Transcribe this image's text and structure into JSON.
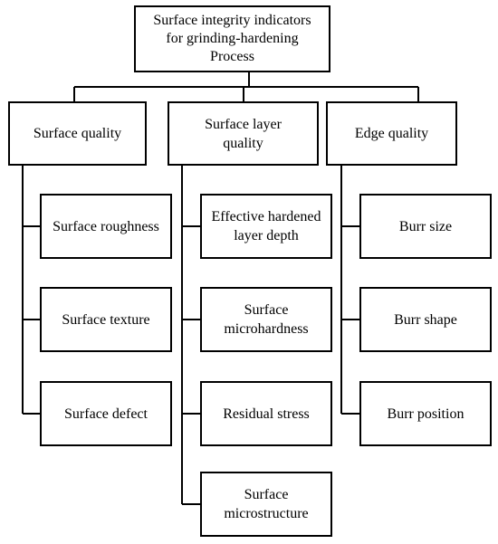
{
  "diagram": {
    "root": {
      "lines": [
        "Surface integrity indicators",
        "for grinding-hardening",
        "Process"
      ]
    },
    "categories": [
      {
        "id": "surface-quality",
        "lines": [
          "Surface quality"
        ],
        "items": [
          {
            "lines": [
              "Surface roughness"
            ]
          },
          {
            "lines": [
              "Surface texture"
            ]
          },
          {
            "lines": [
              "Surface defect"
            ]
          }
        ]
      },
      {
        "id": "surface-layer-quality",
        "lines": [
          "Surface layer",
          "quality"
        ],
        "items": [
          {
            "lines": [
              "Effective hardened",
              "layer depth"
            ]
          },
          {
            "lines": [
              "Surface",
              "microhardness"
            ]
          },
          {
            "lines": [
              "Residual stress"
            ]
          },
          {
            "lines": [
              "Surface",
              "microstructure"
            ]
          }
        ]
      },
      {
        "id": "edge-quality",
        "lines": [
          "Edge quality"
        ],
        "items": [
          {
            "lines": [
              "Burr size"
            ]
          },
          {
            "lines": [
              "Burr shape"
            ]
          },
          {
            "lines": [
              "Burr position"
            ]
          }
        ]
      }
    ]
  }
}
